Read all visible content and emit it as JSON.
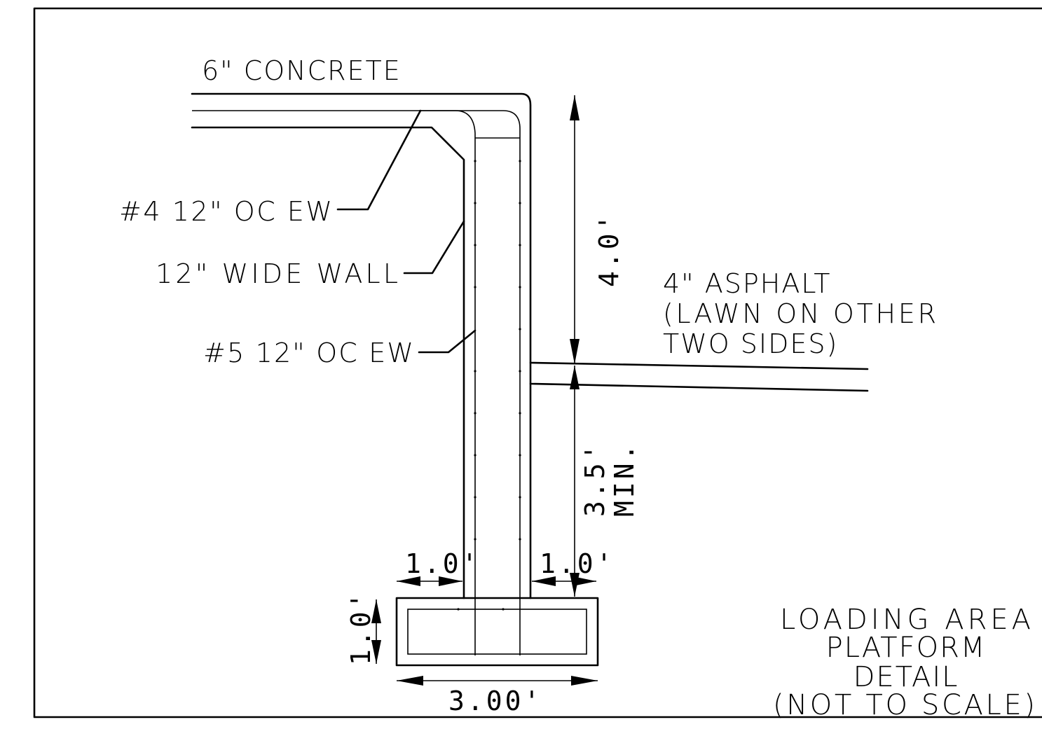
{
  "labels": {
    "concrete": "6\" CONCRETE",
    "rebar_4": "#4 12\" OC EW",
    "wall": "12\" WIDE WALL",
    "rebar_5": "#5 12\" OC EW",
    "asphalt_line1": "4\" ASPHALT",
    "asphalt_line2": "(LAWN ON OTHER",
    "asphalt_line3": "TWO SIDES)"
  },
  "dimensions": {
    "wall_height": "4.0'",
    "depth": "3.5'",
    "depth_note": "MIN.",
    "left_offset": "1.0'",
    "right_offset": "1.0'",
    "footing_thickness": "1.0'",
    "footing_width": "3.00'"
  },
  "title_block": {
    "line1": "LOADING AREA",
    "line2": "PLATFORM",
    "line3": "DETAIL",
    "line4": "(NOT TO SCALE)"
  }
}
